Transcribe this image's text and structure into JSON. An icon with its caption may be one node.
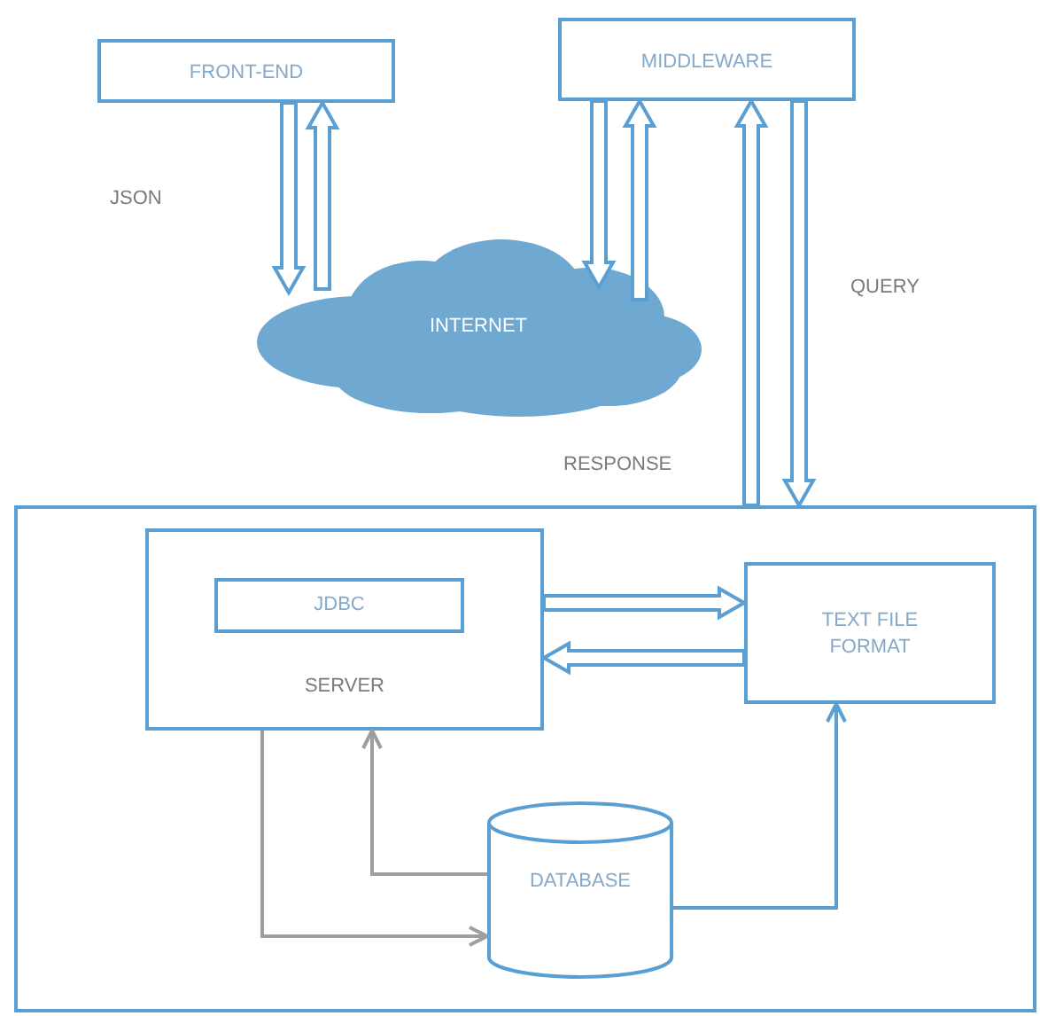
{
  "diagram": {
    "nodes": [
      {
        "text": [
          "FRONT-END"
        ]
      },
      {
        "text": [
          "MIDDLEWARE"
        ]
      },
      {
        "text": [
          "INTERNET"
        ]
      },
      {
        "text": [],
        "shape": "box"
      },
      {
        "text": [
          "SERVER"
        ],
        "in": 3
      },
      {
        "text": [
          "JDBC"
        ],
        "in": 4
      },
      {
        "text": [
          "TEXT FILE FORMAT"
        ],
        "in": 3
      },
      {
        "text": [
          "DATABASE"
        ],
        "in": 3
      }
    ],
    "edges": [
      {
        "from": 0,
        "to": 2,
        "arrow": "to",
        "style": "thick"
      },
      {
        "from": 2,
        "to": 0,
        "arrow": "to",
        "style": "thick"
      },
      {
        "from": 1,
        "to": 2,
        "arrow": "to",
        "style": "thick"
      },
      {
        "from": 2,
        "to": 1,
        "arrow": "to",
        "style": "thick"
      },
      {
        "from": 3,
        "to": 1,
        "arrow": "to",
        "style": "thick"
      },
      {
        "from": 1,
        "to": 3,
        "arrow": "to",
        "style": "thick"
      },
      {
        "from": 4,
        "to": 6,
        "arrow": "to",
        "style": "thick"
      },
      {
        "from": 6,
        "to": 4,
        "arrow": "to",
        "style": "thick"
      },
      {
        "from": 4,
        "to": 7,
        "arrow": "to",
        "color": "#9e9e9e"
      },
      {
        "from": 7,
        "to": 4,
        "arrow": "to",
        "color": "#9e9e9e"
      },
      {
        "from": 7,
        "to": 6,
        "arrow": "to"
      }
    ],
    "labels": [
      "JSON",
      "QUERY",
      "RESPONSE"
    ]
  }
}
